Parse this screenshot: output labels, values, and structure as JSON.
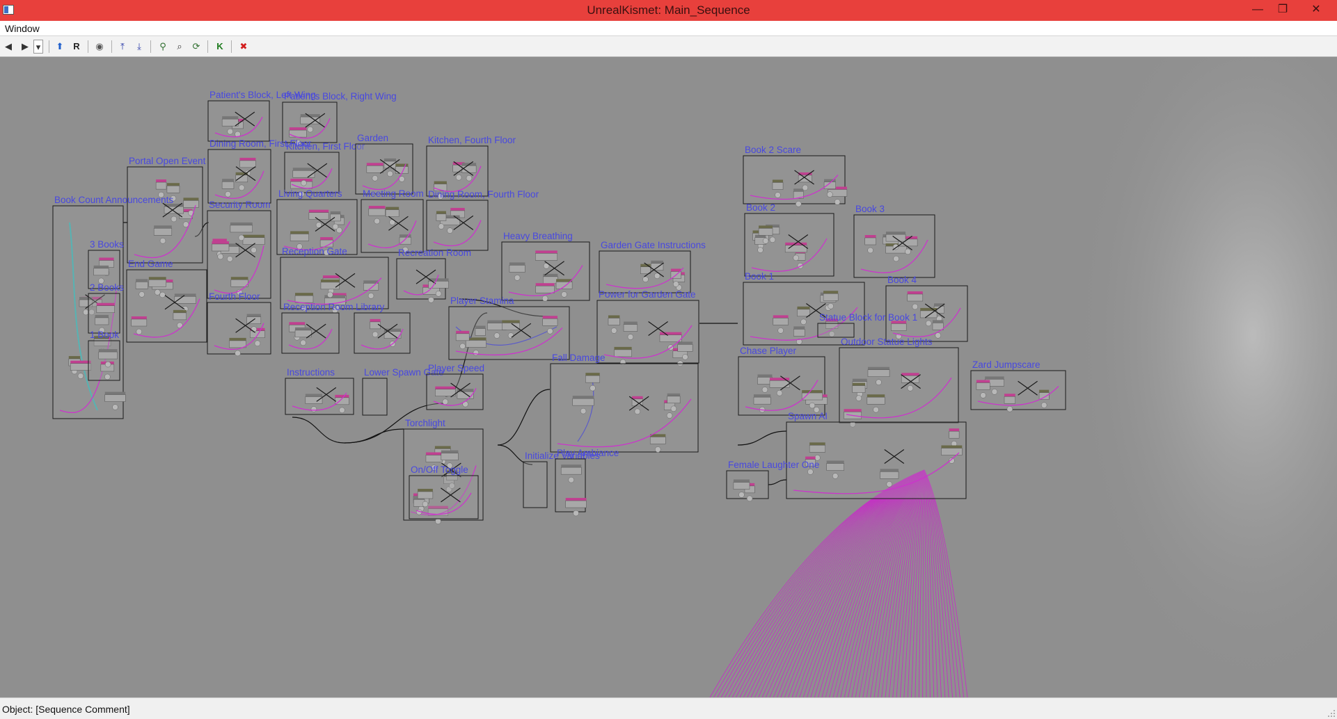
{
  "window": {
    "title": "UnrealKismet: Main_Sequence",
    "minimize": "—",
    "maximize": "❐",
    "close": "✕"
  },
  "menu": [
    "Window"
  ],
  "toolbar": {
    "buttons": [
      {
        "name": "back-icon",
        "glyph": "◀"
      },
      {
        "name": "forward-icon",
        "glyph": "▶"
      },
      {
        "name": "history-dropdown-icon",
        "glyph": "▾"
      },
      {
        "name": "parent-sequence-icon",
        "glyph": "⬆"
      },
      {
        "name": "rename-sequence-icon",
        "glyph": "R"
      },
      {
        "name": "hide-connectors-icon",
        "glyph": "◉"
      },
      {
        "name": "zoom-to-fit-icon",
        "glyph": "⤒"
      },
      {
        "name": "zoom-selected-icon",
        "glyph": "⤓"
      },
      {
        "name": "search-icon",
        "glyph": "⚲"
      },
      {
        "name": "find-icon",
        "glyph": "⌕"
      },
      {
        "name": "update-icon",
        "glyph": "⟳"
      },
      {
        "name": "kismet-icon",
        "glyph": "K"
      },
      {
        "name": "close-sequence-icon",
        "glyph": "✖"
      }
    ]
  },
  "sequence": {
    "comments": [
      "Patient's Block, Left Wing",
      "Patient's Block, Right Wing",
      "Dining Room, First Floor",
      "Kitchen, First Floor",
      "Garden",
      "Kitchen, Fourth Floor",
      "Portal Open Event",
      "Book Count Announcements",
      "Security Room",
      "Living Quarters",
      "Meeting Room",
      "Dining Room, Fourth Floor",
      "3 Books",
      "End Game",
      "Reception Gate",
      "Recreation Room",
      "Heavy Breathing",
      "Garden Gate Instructions",
      "2 Books",
      "Fourth Floor",
      "Reception Room",
      "Library",
      "Player Stamina",
      "Power for Garden Gate",
      "1 Book",
      "Instructions",
      "Lower Spawn Gate",
      "Player Speed",
      "Fall Damage",
      "Torchlight",
      "On/Off Toggle",
      "Initialize Variables",
      "Play Ambiance",
      "Book 2 Scare",
      "Book 2",
      "Book 3",
      "Book 1",
      "Book 4",
      "Statue Block for Book 1",
      "Chase Player",
      "Outdoor Statue Lights",
      "Zard Jumpscare",
      "Spawn AI",
      "Female Laughter One"
    ]
  },
  "status": {
    "text": "Object: [Sequence Comment]"
  },
  "colors": {
    "titlebar": "#e8403c",
    "canvas": "#8f8f8f",
    "comment_text": "#4848e0",
    "link_bool": "#cc33cc",
    "link_obj": "#3a3ae0",
    "link_cyan": "#33c0c0"
  }
}
